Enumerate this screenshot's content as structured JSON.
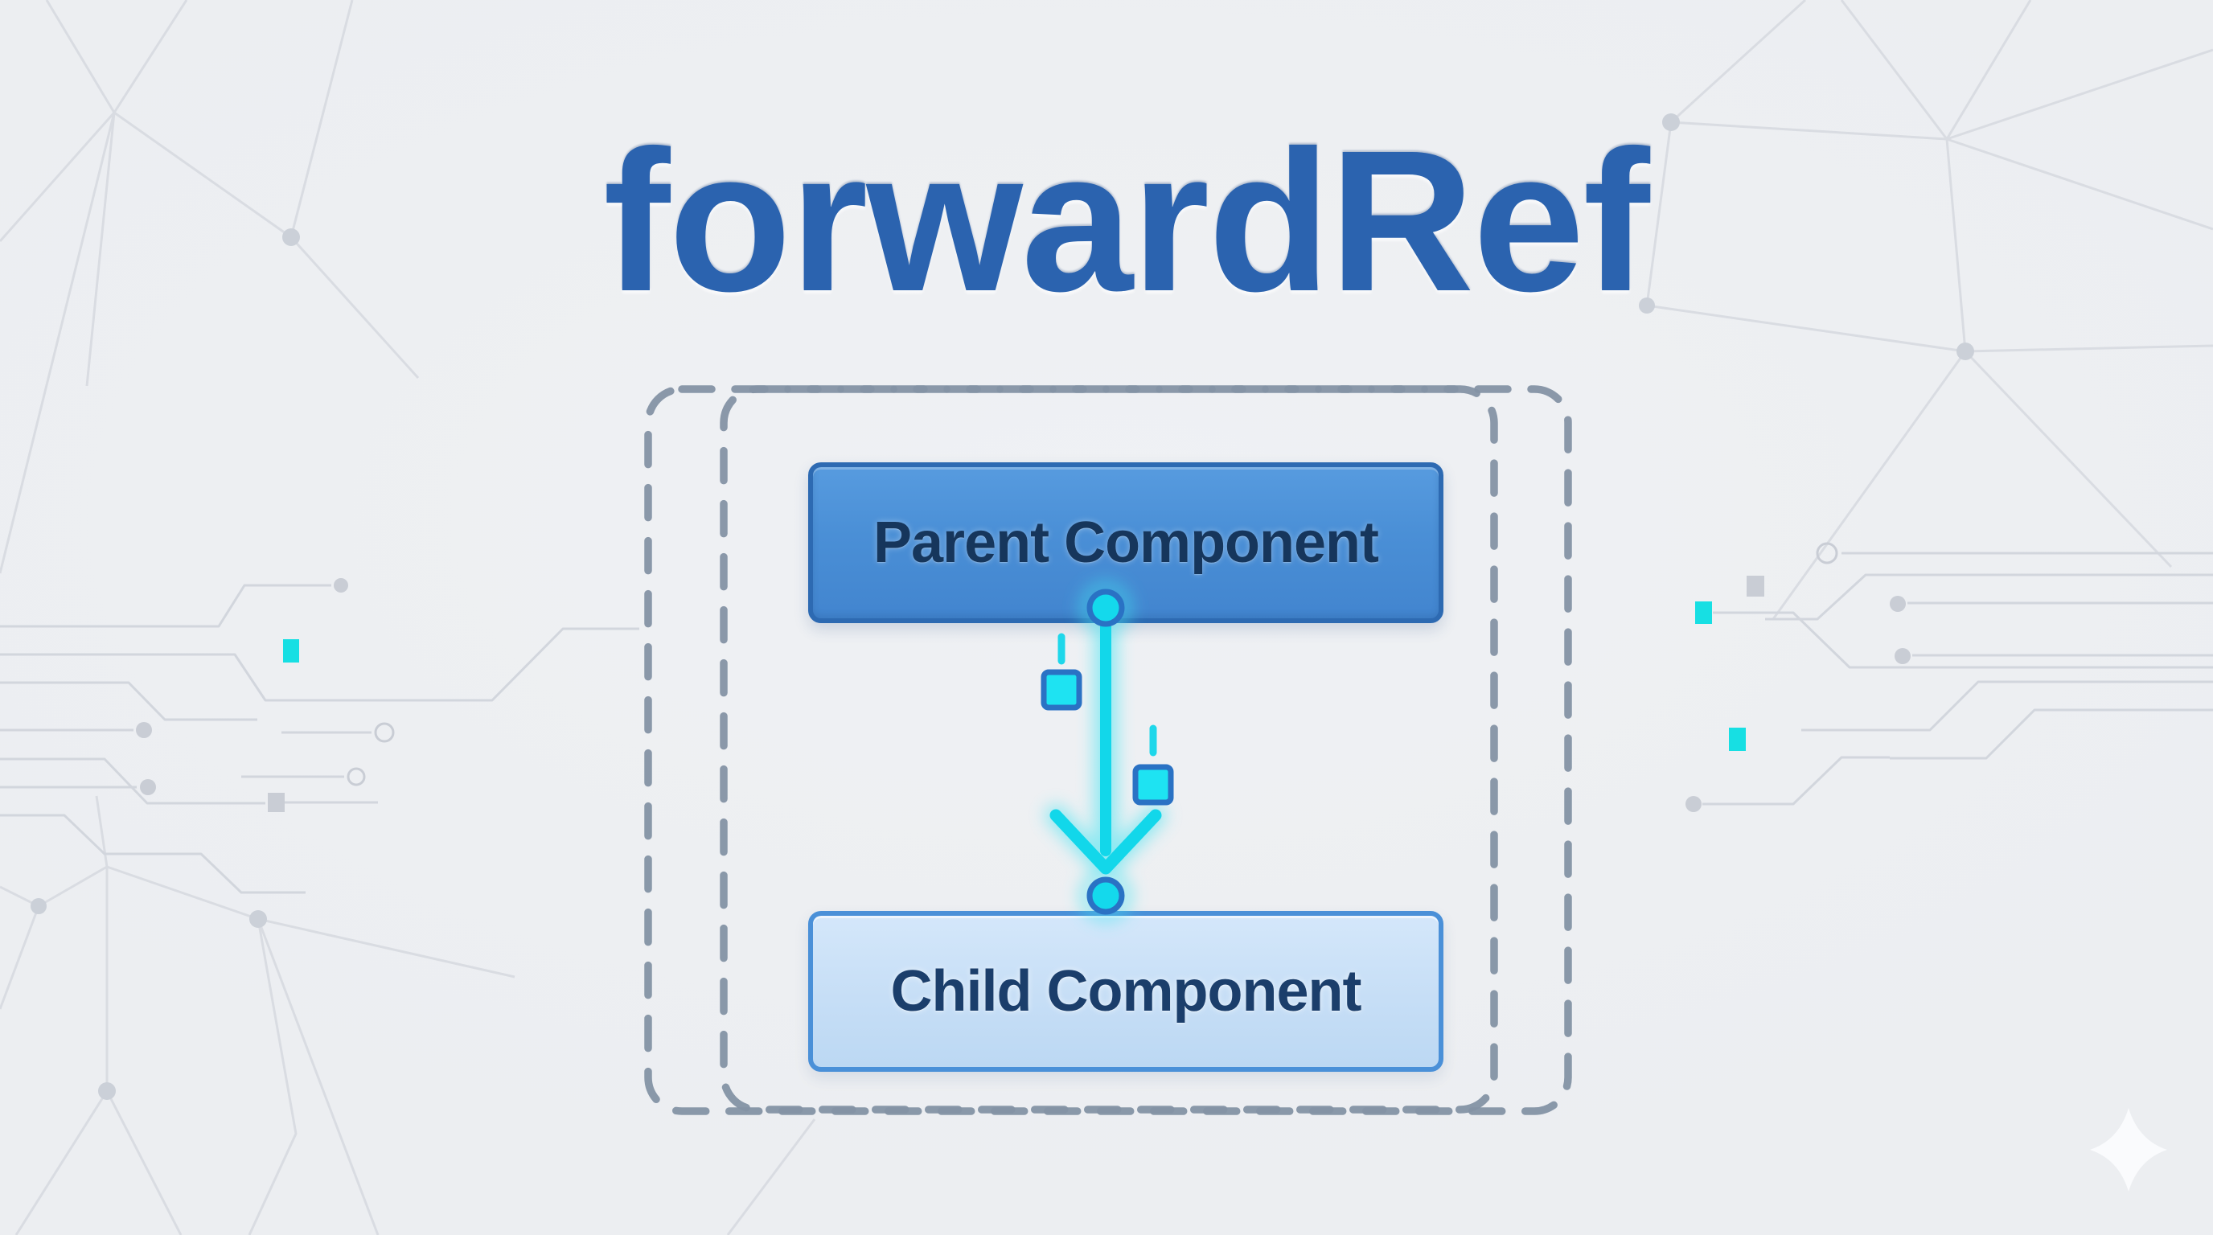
{
  "title": "forwardRef",
  "diagram": {
    "container": "dashed-boundary",
    "parent_box": {
      "label": "Parent Component"
    },
    "child_box": {
      "label": "Child Component"
    },
    "arrow": {
      "direction": "down",
      "from": "Parent Component",
      "to": "Child Component"
    }
  },
  "colors": {
    "background": "#edeff2",
    "title_text": "#2b63af",
    "parent_box_fill": "#4a8fd6",
    "parent_box_border": "#2d6ab2",
    "parent_box_text": "#16365c",
    "child_box_fill": "#c6def6",
    "child_box_border": "#4a90d8",
    "child_box_text": "#1b3e6b",
    "arrow_cyan": "#12d7ea",
    "connector_ring": "#2a72c4",
    "dashed_border": "#8492a4",
    "circuit_line": "#d2d6dd",
    "network_line": "#d9dce2",
    "node_dot": "#cbd0d8",
    "accent_square_cyan": "#17dfe3",
    "sparkle": "#fafbfd"
  }
}
